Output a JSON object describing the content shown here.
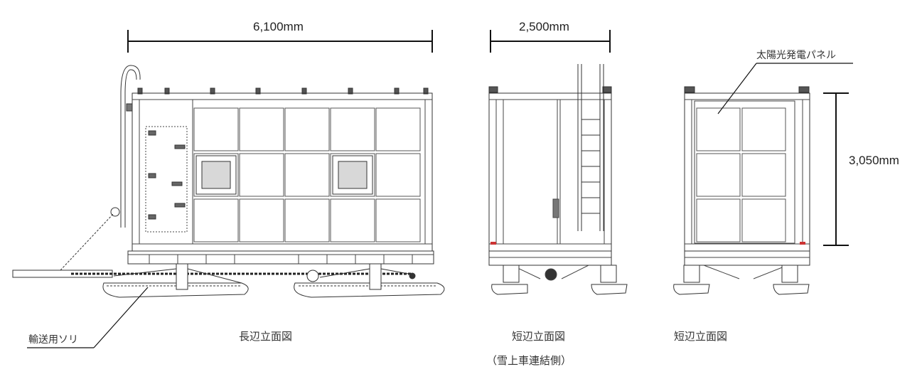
{
  "dimensions": {
    "long_length": "6,100mm",
    "short_width": "2,500mm",
    "height": "3,050mm"
  },
  "callouts": {
    "solar_panel": "太陽光発電パネル",
    "transport_sled": "輸送用ソリ"
  },
  "views": {
    "long_side": "長辺立面図",
    "short_side_coupled": "短辺立面図",
    "short_side_coupled_note": "（雪上車連結側）",
    "short_side": "短辺立面図"
  }
}
